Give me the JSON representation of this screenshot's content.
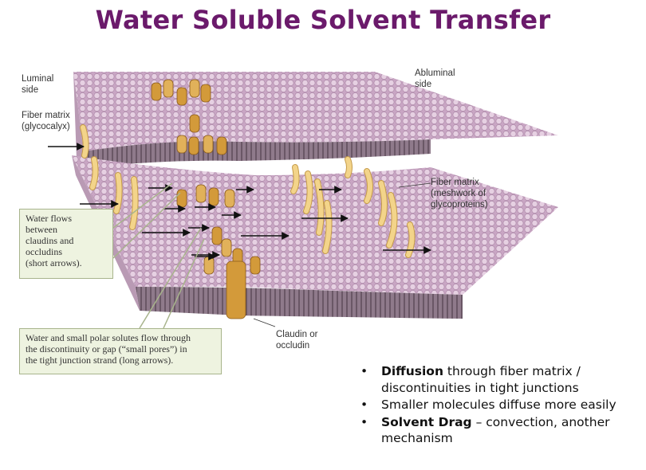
{
  "title": "Water Soluble Solvent Transfer",
  "labels": {
    "luminal": "Luminal\nside",
    "abluminal": "Abluminal\nside",
    "fiber_glyco": "Fiber matrix\n(glycocalyx)",
    "fiber_mesh": "Fiber matrix\n(meshwork of\nglycoproteins)",
    "claudin": "Claudin or\noccludin"
  },
  "callouts": {
    "short": "Water flows\nbetween\nclaudins and\noccludins\n(short arrows).",
    "long": "Water and small polar solutes flow through\nthe discontinuity or gap (“small pores”) in\nthe tight junction strand (long arrows)."
  },
  "bullets": [
    {
      "bold": "Diffusion",
      "text": " through fiber matrix / discontinuities in tight junctions"
    },
    {
      "bold": "",
      "text": "Smaller molecules diffuse more easily"
    },
    {
      "bold": "Solvent Drag",
      "text": " – convection, another mechanism"
    }
  ],
  "colors": {
    "title": "#6b1a6b",
    "membrane": "#c9a6c4",
    "fiber": "#f3d48a",
    "claudin": "#d39a3a",
    "callout_bg": "#eef3e0"
  }
}
